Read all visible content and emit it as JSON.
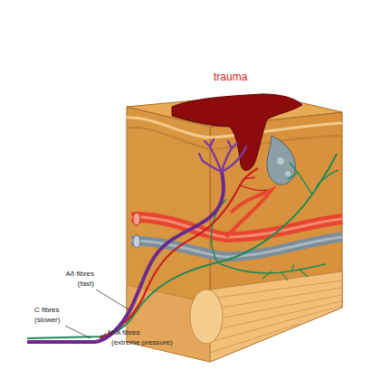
{
  "diagram": {
    "labels": [
      "trauma",
      "Aδ fibres",
      "(fast)",
      "C fibres",
      "(slower)",
      "MIA fibres",
      "(extreme pressure)"
    ]
  }
}
